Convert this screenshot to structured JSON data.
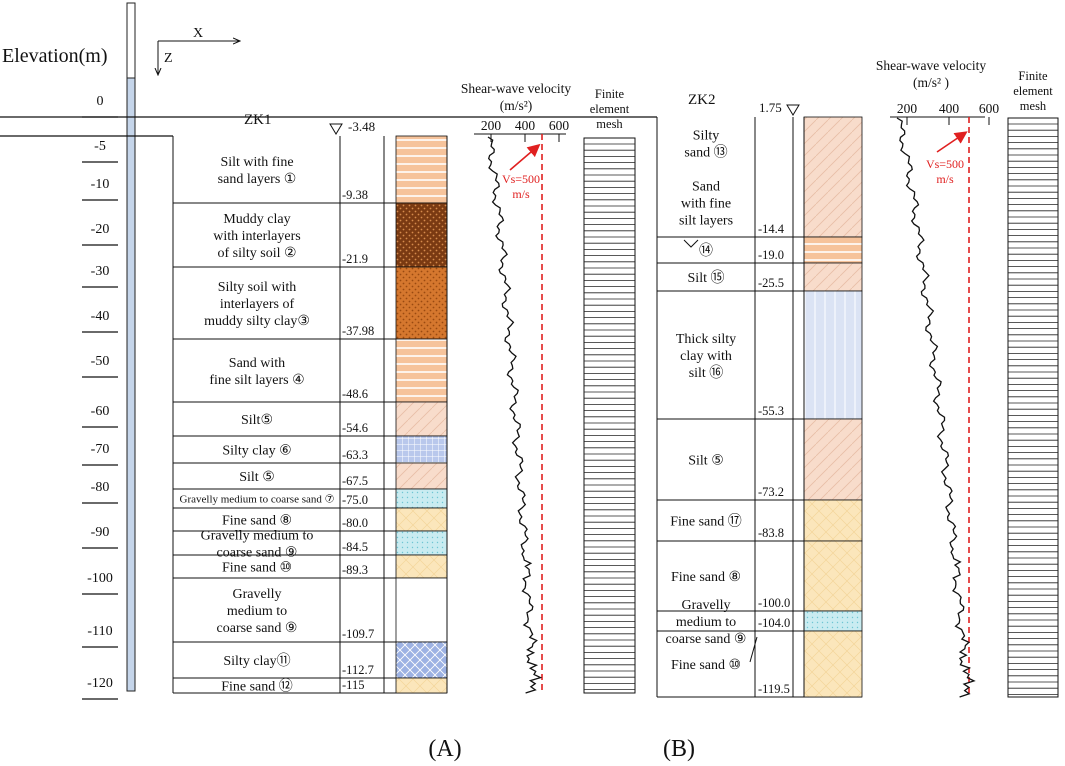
{
  "elevation_axis": {
    "title": "Elevation(m)",
    "ticks": [
      "0",
      "-5",
      "-10",
      "-20",
      "-30",
      "-40",
      "-50",
      "-60",
      "-70",
      "-80",
      "-90",
      "-100",
      "-110",
      "-120"
    ]
  },
  "axes_indicator": {
    "x": "X",
    "z": "Z"
  },
  "panel_a": {
    "borehole": "ZK1",
    "top_elevation": "-3.48",
    "velocity_title": "Shear-wave velocity",
    "velocity_unit": "(m/s²)",
    "velocity_ticks": [
      "200",
      "400",
      "600"
    ],
    "vs_line_label": "Vs=500",
    "vs_line_unit": "m/s",
    "mesh_title": [
      "Finite",
      "element",
      "mesh"
    ],
    "caption": "(A)",
    "layers": [
      {
        "name": [
          "Silt with fine",
          "sand layers ①"
        ],
        "bottom": "-9.38",
        "color": "#f6c39b",
        "pattern": "hstripe"
      },
      {
        "name": [
          "Muddy clay",
          "with interlayers",
          "of silty soil ②"
        ],
        "bottom": "-21.9",
        "color": "#7a3a12",
        "pattern": "dots"
      },
      {
        "name": [
          "Silty soil with",
          "interlayers of",
          "muddy silty clay③"
        ],
        "bottom": "-37.98",
        "color": "#d5772e",
        "pattern": "dots"
      },
      {
        "name": [
          "Sand with",
          "fine silt layers ④"
        ],
        "bottom": "-48.6",
        "color": "#f6c39b",
        "pattern": "hstripe"
      },
      {
        "name": [
          "Silt⑤"
        ],
        "bottom": "-54.6",
        "color": "#f8dccb",
        "pattern": "diag"
      },
      {
        "name": [
          "Silty clay ⑥"
        ],
        "bottom": "-63.3",
        "color": "#b9c8ec",
        "pattern": "grid"
      },
      {
        "name": [
          "Silt ⑤"
        ],
        "bottom": "-67.5",
        "color": "#f8dccb",
        "pattern": "diag"
      },
      {
        "name": [
          "Gravelly medium to coarse sand ⑦"
        ],
        "bottom": "-75.0",
        "color": "#c9ecf1",
        "pattern": "dotlight"
      },
      {
        "name": [
          "Fine sand ⑧"
        ],
        "bottom": "-80.0",
        "color": "#fbe6bb",
        "pattern": "cross"
      },
      {
        "name": [
          "Gravelly medium to",
          "coarse sand ⑨"
        ],
        "bottom": "-84.5",
        "color": "#c9ecf1",
        "pattern": "dotlight"
      },
      {
        "name": [
          "Fine sand ⑩"
        ],
        "bottom": "-89.3",
        "color": "#fbe6bb",
        "pattern": "cross"
      },
      {
        "name": [
          "Gravelly",
          "medium to",
          "coarse sand ⑨"
        ],
        "bottom": "-109.7",
        "color": "#ffffff",
        "pattern": "none"
      },
      {
        "name": [
          "Silty clay⑪"
        ],
        "bottom": "-112.7",
        "color": "#9db2e3",
        "pattern": "lattice"
      },
      {
        "name": [
          "Fine sand ⑫"
        ],
        "bottom": "-115",
        "color": "#fbe6bb",
        "pattern": "cross"
      }
    ]
  },
  "panel_b": {
    "borehole": "ZK2",
    "top_elevation": "1.75",
    "velocity_title": "Shear-wave velocity",
    "velocity_unit": "(m/s² )",
    "velocity_ticks": [
      "200",
      "400",
      "600"
    ],
    "vs_line_label": "Vs=500",
    "vs_line_unit": "m/s",
    "mesh_title": [
      "Finite",
      "element",
      "mesh"
    ],
    "caption": "(B)",
    "layers": [
      {
        "name": [
          "Silty",
          "sand ⑬",
          "",
          "Sand",
          "with fine",
          "silt layers"
        ],
        "bottom": "-14.4",
        "color": "#f8dccb",
        "pattern": "diag"
      },
      {
        "name": [
          "⑭"
        ],
        "bottom": "-19.0",
        "color": "#f6c39b",
        "pattern": "hstripe"
      },
      {
        "name": [
          "Silt ⑮"
        ],
        "bottom": "-25.5",
        "color": "#f8dccb",
        "pattern": "diag"
      },
      {
        "name": [
          "Thick silty",
          "clay with",
          "silt ⑯"
        ],
        "bottom": "-55.3",
        "color": "#dbe3f4",
        "pattern": "vstripe"
      },
      {
        "name": [
          "Silt ⑤"
        ],
        "bottom": "-73.2",
        "color": "#f8dccb",
        "pattern": "diag"
      },
      {
        "name": [
          "Fine sand ⑰"
        ],
        "bottom": "-83.8",
        "color": "#fbe6bb",
        "pattern": "cross"
      },
      {
        "name": [
          "Fine sand ⑧"
        ],
        "bottom": "-100.0",
        "color": "#fbe6bb",
        "pattern": "cross"
      },
      {
        "name": [
          "Gravelly",
          "medium to",
          "coarse sand ⑨"
        ],
        "bottom": "-104.0",
        "color": "#a8e6ea",
        "pattern": "dotlight"
      },
      {
        "name": [
          "Fine sand ⑩"
        ],
        "bottom": "-119.5",
        "color": "#fbe6bb",
        "pattern": "cross"
      }
    ]
  }
}
